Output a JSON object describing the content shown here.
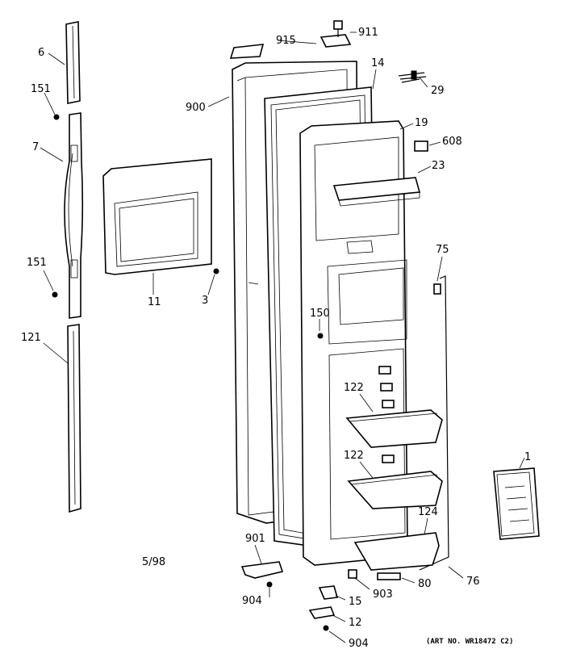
{
  "diagram": {
    "part_labels": {
      "p6": "6",
      "p151a": "151",
      "p7": "7",
      "p151b": "151",
      "p121": "121",
      "p11": "11",
      "p3": "3",
      "p900": "900",
      "p915": "915",
      "p911": "911",
      "p14": "14",
      "p29": "29",
      "p19": "19",
      "p608": "608",
      "p23": "23",
      "p75": "75",
      "p150": "150",
      "p122a": "122",
      "p122b": "122",
      "p124": "124",
      "p1": "1",
      "p901": "901",
      "p904a": "904",
      "p903": "903",
      "p80": "80",
      "p76": "76",
      "p15": "15",
      "p12": "12",
      "p904b": "904"
    },
    "date_code": "5/98",
    "art_number": "(ART NO. WR18472 C2)"
  }
}
